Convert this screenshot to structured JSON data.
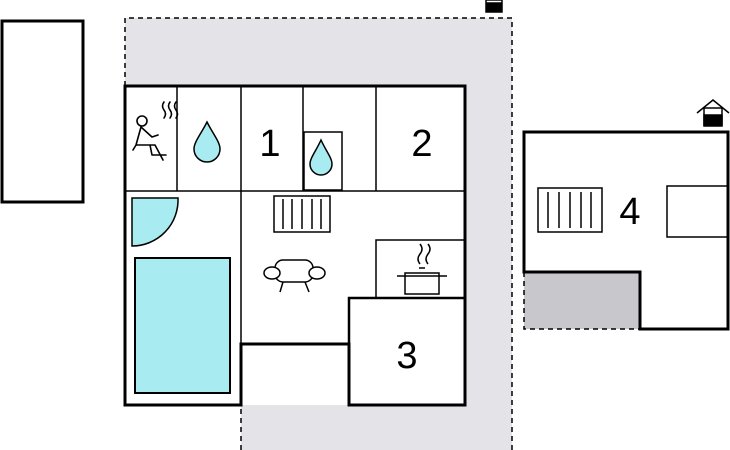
{
  "floorplan": {
    "rooms": [
      {
        "number": "1",
        "label": "1"
      },
      {
        "number": "2",
        "label": "2"
      },
      {
        "number": "3",
        "label": "3"
      },
      {
        "number": "4",
        "label": "4"
      }
    ],
    "icons": [
      "sauna-icon",
      "water-drop-icon",
      "shower-drop-icon",
      "radiator-icon",
      "sofa-icon",
      "cooking-pot-icon",
      "house-icon",
      "mailbox-icon"
    ],
    "colors": {
      "wall": "#000000",
      "terrace": "#e4e4e8",
      "pool": "#a8ecf2",
      "carport": "#c8c8cc",
      "background": "#ffffff"
    }
  }
}
